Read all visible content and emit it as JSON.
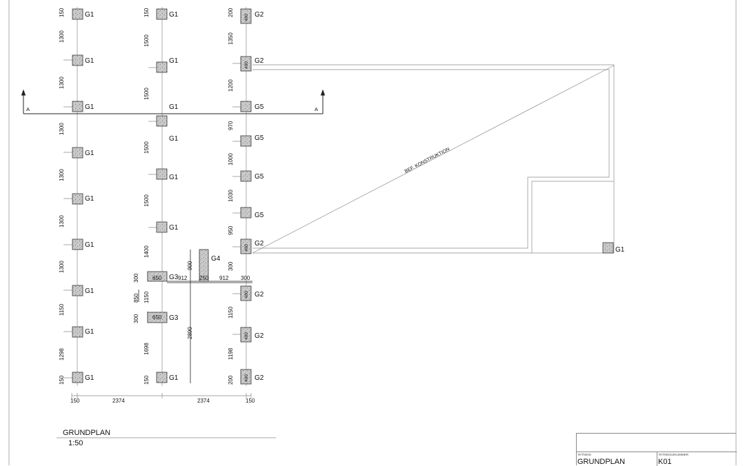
{
  "drawing": {
    "label_foundation_g1": "G1",
    "label_foundation_g2": "G2",
    "label_foundation_g3": "G3",
    "label_foundation_g4": "G4",
    "label_foundation_g5": "G5",
    "section_marker": "A",
    "existing_construction": "BEF. KONSTRUKTION",
    "left_column_dims": [
      "150",
      "1300",
      "1300",
      "1300",
      "1300",
      "1300",
      "1300",
      "1150",
      "1298",
      "150"
    ],
    "middle_column_dims": [
      "150",
      "1500",
      "1500",
      "1500",
      "1500",
      "1400",
      "300",
      "850",
      "300",
      "1150",
      "1698",
      "150"
    ],
    "right_column_dims": [
      "200",
      "1350",
      "1200",
      "970",
      "1000",
      "1030",
      "950",
      "300",
      "1150",
      "1198",
      "200"
    ],
    "bottom_dims": [
      "150",
      "2374",
      "2374",
      "150"
    ],
    "g3_width": "650",
    "g4_dims": [
      "900",
      "250",
      "912",
      "912",
      "300"
    ],
    "vertical_2890": "2890",
    "pad_400": "400"
  },
  "plan": {
    "title": "GRUNDPLAN",
    "scale": "1:50"
  },
  "title_block": {
    "field1_label": "RITNING",
    "field1_value": "GRUNDPLAN",
    "field2_label": "RITNINGSNUMMER",
    "field2_value": "K01"
  }
}
